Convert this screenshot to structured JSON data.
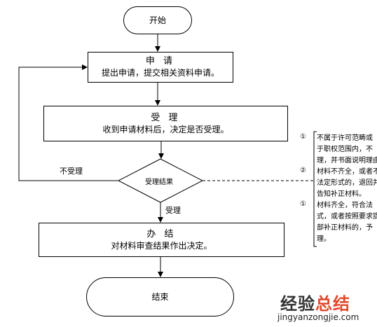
{
  "start": {
    "label": "开始"
  },
  "apply": {
    "title": "申 请",
    "desc": "提出申请，提交相关资料申请。"
  },
  "accept": {
    "title": "受 理",
    "desc": "收到申请材料后，决定是否受理。"
  },
  "decision": {
    "label": "受理结果"
  },
  "edges": {
    "reject": "不受理",
    "accepted": "受理"
  },
  "handle": {
    "title": "办 结",
    "desc": "对材料审查结果作出决定。"
  },
  "end": {
    "label": "结束"
  },
  "notes": {
    "bullets": [
      "①",
      "②",
      "①"
    ],
    "lines": [
      "不属于许可范畴或",
      "于职权范围内，不",
      "理，并书面说明理由",
      "材料不齐全，或者不",
      "法定形式的，退回并",
      "告知补正材料。",
      "材料齐全，符合法",
      "式，或者按照要求提",
      "部补正材料的，予",
      "理。"
    ]
  },
  "watermark": {
    "cn_main": "经验",
    "cn_accent": "总结",
    "en": "jingyanzongjie.com"
  }
}
